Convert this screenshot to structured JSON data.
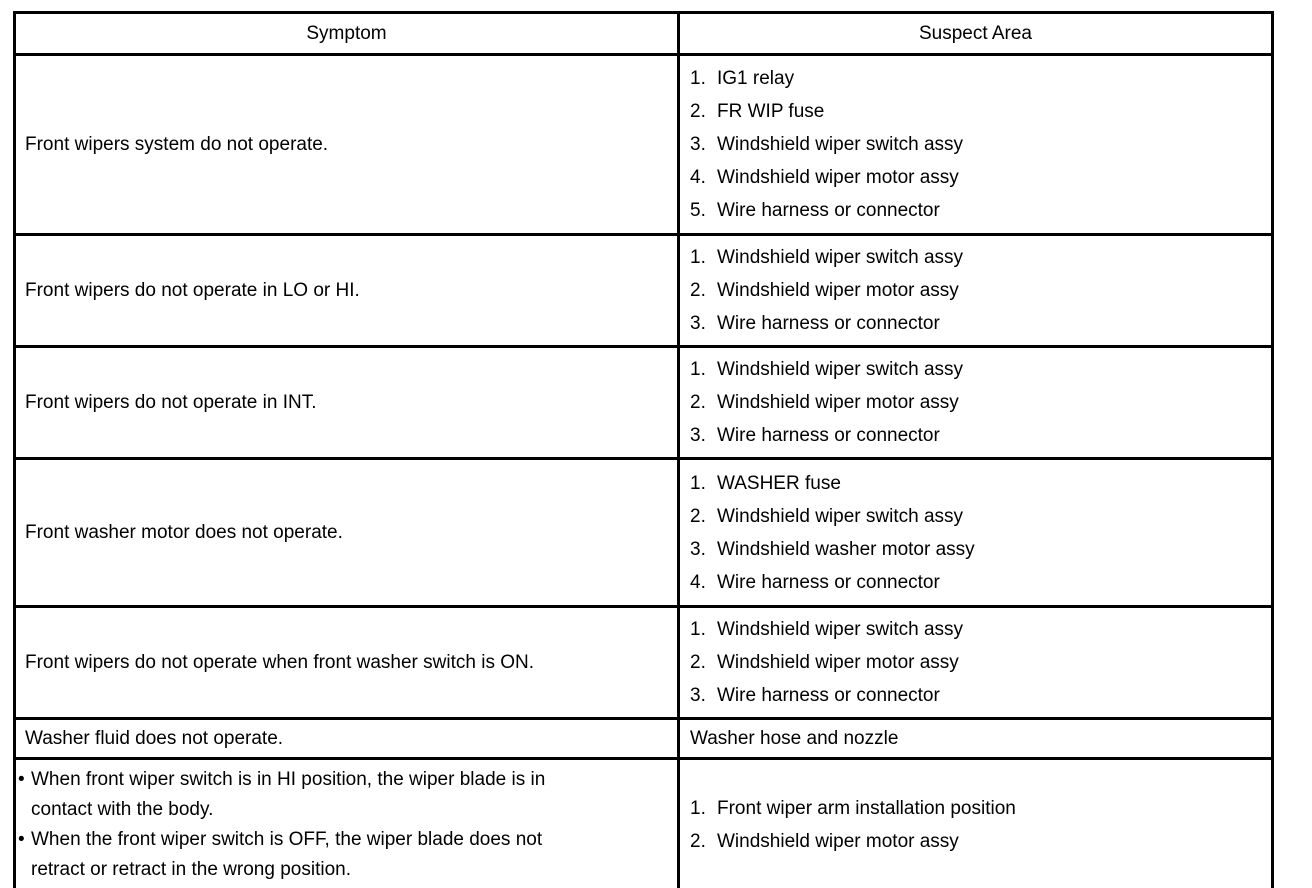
{
  "table": {
    "headers": {
      "symptom": "Symptom",
      "suspect": "Suspect Area"
    },
    "rows": [
      {
        "symptom": {
          "type": "text",
          "text": "Front wipers system do not operate."
        },
        "suspect": {
          "type": "numbered",
          "items": [
            "IG1 relay",
            "FR WIP fuse",
            "Windshield wiper switch assy",
            "Windshield wiper motor assy",
            "Wire harness or connector"
          ]
        }
      },
      {
        "symptom": {
          "type": "text",
          "text": "Front wipers do not operate in LO or HI."
        },
        "suspect": {
          "type": "numbered",
          "items": [
            "Windshield wiper switch assy",
            "Windshield wiper motor assy",
            "Wire harness or connector"
          ]
        }
      },
      {
        "symptom": {
          "type": "text",
          "text": "Front wipers do not operate in INT."
        },
        "suspect": {
          "type": "numbered",
          "items": [
            "Windshield wiper switch assy",
            "Windshield wiper motor assy",
            "Wire harness or connector"
          ]
        }
      },
      {
        "symptom": {
          "type": "text",
          "text": "Front washer motor does not operate."
        },
        "suspect": {
          "type": "numbered",
          "items": [
            "WASHER fuse",
            "Windshield wiper switch assy",
            "Windshield washer motor assy",
            "Wire harness or connector"
          ]
        }
      },
      {
        "symptom": {
          "type": "text",
          "text": "Front wipers do not operate when front washer switch is ON."
        },
        "suspect": {
          "type": "numbered",
          "items": [
            "Windshield wiper switch assy",
            "Windshield wiper motor assy",
            "Wire harness or connector"
          ]
        }
      },
      {
        "symptom": {
          "type": "text",
          "text": "Washer fluid does not operate."
        },
        "suspect": {
          "type": "plain",
          "text": "Washer hose and nozzle"
        }
      },
      {
        "symptom": {
          "type": "bullets",
          "items": [
            [
              "When front wiper switch is in HI position, the wiper blade is in",
              "contact with the body."
            ],
            [
              "When the front wiper switch is OFF, the wiper blade does not",
              "retract or retract in the wrong position."
            ]
          ]
        },
        "suspect": {
          "type": "numbered",
          "items": [
            "Front wiper arm installation position",
            "Windshield wiper motor assy"
          ]
        }
      }
    ]
  },
  "colors": {
    "border": "#000000",
    "text": "#000000",
    "background": "#ffffff"
  }
}
